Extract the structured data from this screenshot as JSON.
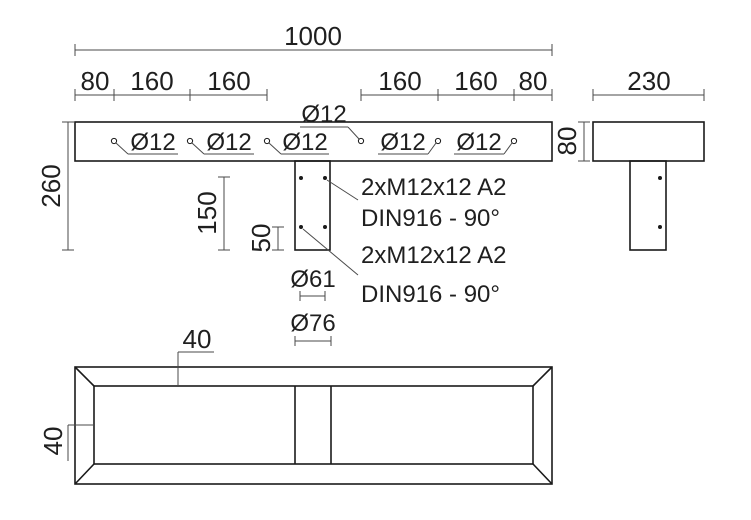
{
  "dimensions": {
    "total_width": "1000",
    "seg_80_left": "80",
    "seg_160_a": "160",
    "seg_160_b": "160",
    "seg_160_c": "160",
    "seg_160_d": "160",
    "seg_80_right": "80",
    "side_width": "230",
    "side_height": "80",
    "total_height": "260",
    "post_length": "150",
    "post_offset": "50",
    "frame_top": "40",
    "frame_left": "40"
  },
  "holes": {
    "top_label": "Ø12",
    "labels": [
      "Ø12",
      "Ø12",
      "Ø12",
      "Ø12",
      "Ø12"
    ]
  },
  "screws": {
    "upper_line1": "2xM12x12 A2",
    "upper_line2": "DIN916 - 90°",
    "lower_line1": "2xM12x12 A2",
    "lower_line2": "DIN916 - 90°"
  },
  "tube": {
    "inner_diameter": "Ø61",
    "outer_diameter": "Ø76"
  }
}
